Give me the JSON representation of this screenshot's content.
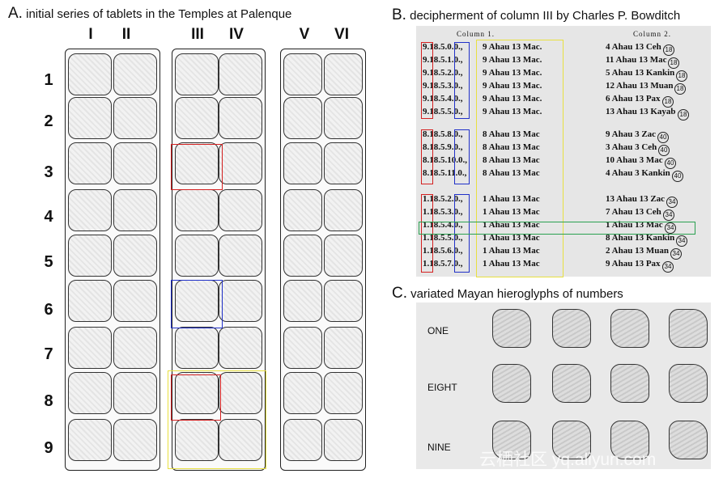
{
  "panelA": {
    "letter": "A.",
    "title": "initial series of tablets in the Temples at Palenque",
    "column_numerals": [
      "I",
      "II",
      "III",
      "IV",
      "V",
      "VI"
    ],
    "row_numbers": [
      "1",
      "2",
      "3",
      "4",
      "5",
      "6",
      "7",
      "8",
      "9"
    ],
    "highlight_colors": {
      "red": "#d42020",
      "blue": "#2030c8",
      "yellow": "#e8e040"
    }
  },
  "panelB": {
    "letter": "B.",
    "title": "decipherment of column III by Charles P. Bowditch",
    "col1_head": "Column 1.",
    "col2_head": "Column 2.",
    "groups": [
      {
        "rows": [
          {
            "date": "9.18.5.0.0.,",
            "day": "9 Ahau 13 Mac.",
            "result": "4 Ahau 13 Ceh",
            "ref": "18"
          },
          {
            "date": "9.18.5.1.0.,",
            "day": "9 Ahau 13 Mac.",
            "result": "11 Ahau 13 Mac",
            "ref": "18"
          },
          {
            "date": "9.18.5.2.0.,",
            "day": "9 Ahau 13 Mac.",
            "result": "5 Ahau 13 Kankin",
            "ref": "18"
          },
          {
            "date": "9.18.5.3.0.,",
            "day": "9 Ahau 13 Mac.",
            "result": "12 Ahau 13 Muan",
            "ref": "18"
          },
          {
            "date": "9.18.5.4.0.,",
            "day": "9 Ahau 13 Mac.",
            "result": "6 Ahau 13 Pax",
            "ref": "18"
          },
          {
            "date": "9.18.5.5.0.,",
            "day": "9 Ahau 13 Mac.",
            "result": "13 Ahau 13 Kayab",
            "ref": "18"
          }
        ]
      },
      {
        "rows": [
          {
            "date": "8.18.5.8.0.,",
            "day": "8 Ahau 13 Mac",
            "result": "9 Ahau 3 Zac",
            "ref": "40"
          },
          {
            "date": "8.18.5.9.0.,",
            "day": "8 Ahau 13 Mac",
            "result": "3 Ahau 3 Ceh",
            "ref": "40"
          },
          {
            "date": "8.18.5.10.0.,",
            "day": "8 Ahau 13 Mac",
            "result": "10 Ahau 3 Mac",
            "ref": "40"
          },
          {
            "date": "8.18.5.11.0.,",
            "day": "8 Ahau 13 Mac",
            "result": "4 Ahau 3 Kankin",
            "ref": "40"
          }
        ]
      },
      {
        "rows": [
          {
            "date": "1.18.5.2.0.,",
            "day": "1 Ahau 13 Mac",
            "result": "13 Ahau 13 Zac",
            "ref": "34"
          },
          {
            "date": "1.18.5.3.0.,",
            "day": "1 Ahau 13 Mac",
            "result": "7 Ahau 13 Ceh",
            "ref": "34"
          },
          {
            "date": "1.18.5.4.0.,",
            "day": "1 Ahau 13 Mac",
            "result": "1 Ahau 13 Mac",
            "ref": "34"
          },
          {
            "date": "1.18.5.5.0.,",
            "day": "1 Ahau 13 Mac",
            "result": "8 Ahau 13 Kankin",
            "ref": "34"
          },
          {
            "date": "1.18.5.6.0.,",
            "day": "1 Ahau 13 Mac",
            "result": "2 Ahau 13 Muan",
            "ref": "34"
          },
          {
            "date": "1.18.5.7.0.,",
            "day": "1 Ahau 13 Mac",
            "result": "9 Ahau 13 Pax",
            "ref": "34"
          }
        ]
      }
    ],
    "highlight_colors": {
      "red": "#d42020",
      "blue": "#2030c8",
      "yellow": "#e8e040",
      "green": "#2aa050"
    }
  },
  "panelC": {
    "letter": "C.",
    "title": "variated Mayan hieroglyphs of numbers",
    "rows": [
      "ONE",
      "EIGHT",
      "NINE"
    ]
  },
  "watermark": "云栖社区 yq.aliyun.com"
}
